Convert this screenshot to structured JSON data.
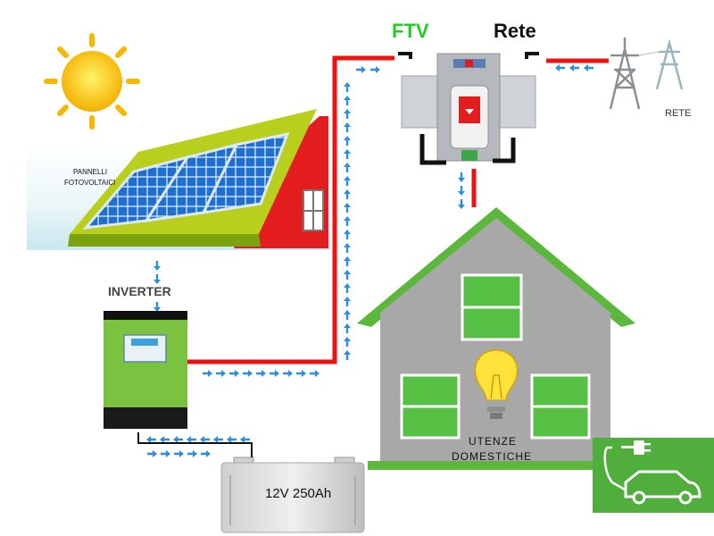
{
  "labels": {
    "ftv": "FTV",
    "rete": "Rete",
    "rete_small": "RETE",
    "pannelli_line1": "PANNELLI",
    "pannelli_line2": "FOTOVOLTAICI",
    "inverter": "INVERTER",
    "battery": "12V 250Ah",
    "utenze_line1": "UTENZE",
    "utenze_line2": "DOMESTICHE"
  },
  "icons": [
    "sun-icon",
    "pylon-icon",
    "transfer-switch-icon",
    "inverter-icon",
    "battery-icon",
    "light-bulb-icon",
    "plug-icon",
    "electric-car-icon"
  ],
  "colors": {
    "wire_red": "#ee1111",
    "arrow_blue": "#2a8fe0",
    "ftv_green": "#22cc22",
    "house_green": "#5cb83c",
    "ev_green": "#4fae3c"
  }
}
